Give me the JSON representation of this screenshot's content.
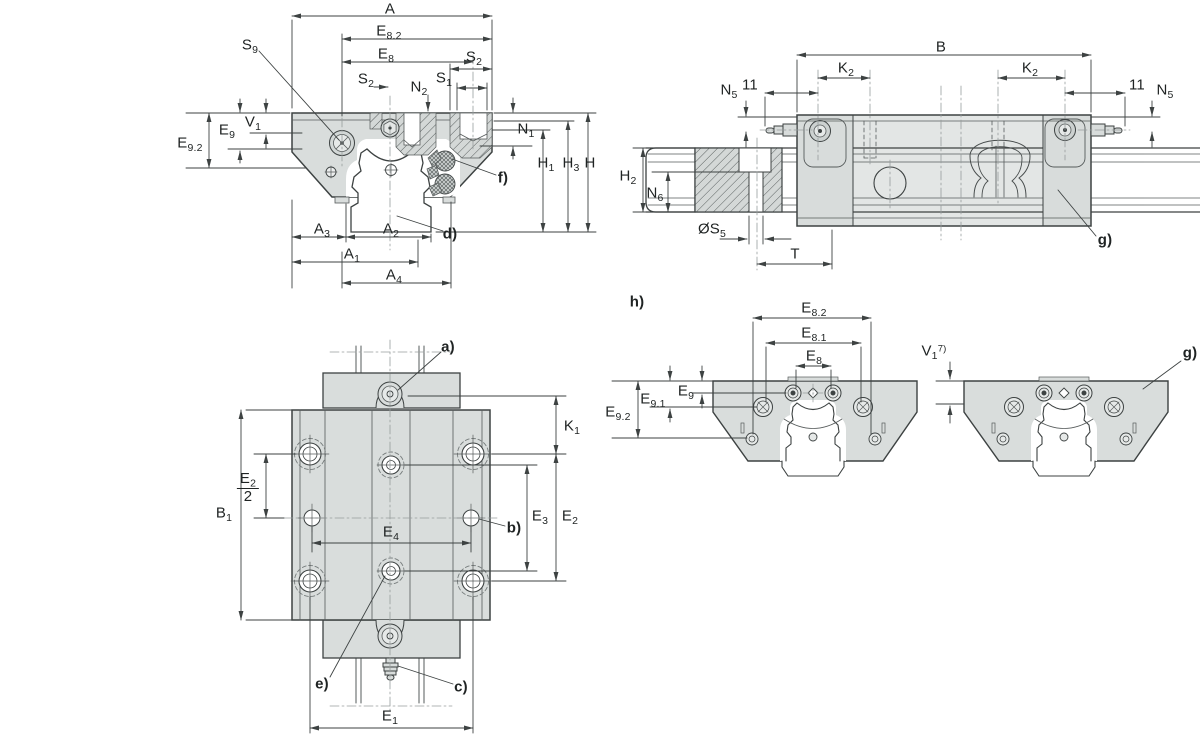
{
  "drawing_type": "technical dimensional drawing of a linear guide carriage on a profiled rail, four views",
  "colors": {
    "background": "#ffffff",
    "body_fill": "#d9dddc",
    "mid_fill": "#e3e6e5",
    "outline": "#3d4242",
    "centerline": "#979d9d",
    "text": "#1f2323"
  },
  "views": {
    "front": {
      "title": "front cross-section view",
      "labels": {
        "A": {
          "base": "A"
        },
        "E8_2": {
          "base": "E",
          "sub": "8.2"
        },
        "E8": {
          "base": "E",
          "sub": "8"
        },
        "S2a": {
          "base": "S",
          "sub": "2"
        },
        "N2": {
          "base": "N",
          "sub": "2"
        },
        "S1": {
          "base": "S",
          "sub": "1"
        },
        "S2b": {
          "base": "S",
          "sub": "2"
        },
        "S9": {
          "base": "S",
          "sub": "9"
        },
        "V1": {
          "base": "V",
          "sub": "1"
        },
        "E9": {
          "base": "E",
          "sub": "9"
        },
        "E9_2": {
          "base": "E",
          "sub": "9.2"
        },
        "N1": {
          "base": "N",
          "sub": "1"
        },
        "H1": {
          "base": "H",
          "sub": "1"
        },
        "H3": {
          "base": "H",
          "sub": "3"
        },
        "H": {
          "base": "H"
        },
        "A3": {
          "base": "A",
          "sub": "3"
        },
        "A2": {
          "base": "A",
          "sub": "2"
        },
        "A1": {
          "base": "A",
          "sub": "1"
        },
        "A4": {
          "base": "A",
          "sub": "4"
        },
        "d": {
          "base": "d)"
        },
        "f": {
          "base": "f)"
        }
      }
    },
    "side": {
      "title": "side view",
      "labels": {
        "B": {
          "base": "B"
        },
        "K2a": {
          "base": "K",
          "sub": "2"
        },
        "K2b": {
          "base": "K",
          "sub": "2"
        },
        "n11a": {
          "base": "11"
        },
        "n11b": {
          "base": "11"
        },
        "N5a": {
          "base": "N",
          "sub": "5"
        },
        "N5b": {
          "base": "N",
          "sub": "5"
        },
        "H2": {
          "base": "H",
          "sub": "2"
        },
        "N6": {
          "base": "N",
          "sub": "6"
        },
        "S5": {
          "base": "ØS",
          "sub": "5"
        },
        "T": {
          "base": "T"
        },
        "g": {
          "base": "g)"
        }
      }
    },
    "plan": {
      "title": "top plan view",
      "labels": {
        "a": {
          "base": "a)"
        },
        "K1": {
          "base": "K",
          "sub": "1"
        },
        "B1": {
          "base": "B",
          "sub": "1"
        },
        "E2_half": {
          "num_base": "E",
          "num_sub": "2",
          "den": "2"
        },
        "E4": {
          "base": "E",
          "sub": "4"
        },
        "b": {
          "base": "b)"
        },
        "E3": {
          "base": "E",
          "sub": "3"
        },
        "E2": {
          "base": "E",
          "sub": "2"
        },
        "e": {
          "base": "e)"
        },
        "c": {
          "base": "c)"
        },
        "E1": {
          "base": "E",
          "sub": "1"
        }
      }
    },
    "end": {
      "title": "end views h)",
      "labels": {
        "h": {
          "base": "h)"
        },
        "E8_2": {
          "base": "E",
          "sub": "8.2"
        },
        "E8_1": {
          "base": "E",
          "sub": "8.1"
        },
        "E8": {
          "base": "E",
          "sub": "8"
        },
        "E9": {
          "base": "E",
          "sub": "9"
        },
        "E9_1": {
          "base": "E",
          "sub": "9.1"
        },
        "E9_2": {
          "base": "E",
          "sub": "9.2"
        },
        "V1": {
          "base": "V",
          "sub": "1",
          "sup": "7)"
        },
        "g": {
          "base": "g)"
        }
      }
    }
  }
}
